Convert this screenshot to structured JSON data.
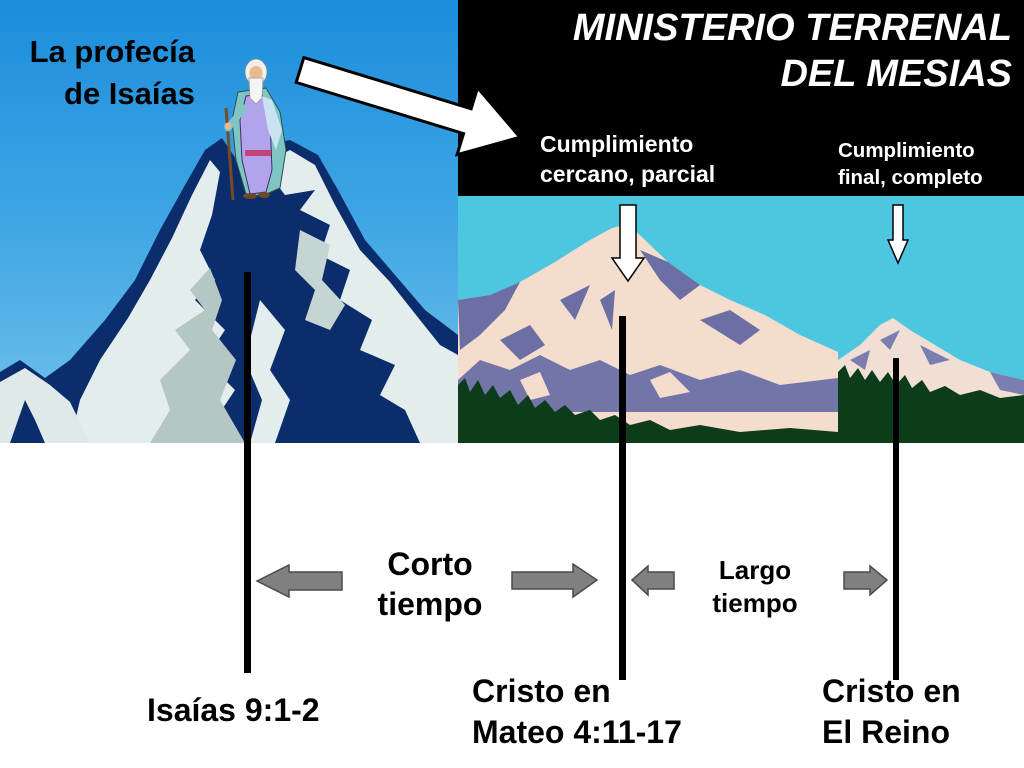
{
  "prophecy": {
    "line1": "La profecía",
    "line2": "de Isaías"
  },
  "title": {
    "line1": "MINISTERIO TERRENAL",
    "line2": "DEL MESIAS"
  },
  "fulfillments": {
    "near": {
      "line1": "Cumplimiento",
      "line2": "cercano, parcial"
    },
    "final": {
      "line1": "Cumplimiento",
      "line2": "final, completo"
    }
  },
  "intervals": {
    "short": {
      "line1": "Corto",
      "line2": "tiempo"
    },
    "long": {
      "line1": "Largo",
      "line2": "tiempo"
    }
  },
  "timeline": {
    "isaiah": {
      "line1": "Isaías 9:1-2"
    },
    "matthew": {
      "line1": "Cristo en",
      "line2": "Mateo 4:11-17"
    },
    "kingdom": {
      "line1": "Cristo en",
      "line2": "El Reino"
    }
  },
  "colors": {
    "banner": "#000000",
    "banner_text": "#ffffff",
    "left_sky_top": "#1b8ddc",
    "left_sky_bottom": "#74c2ea",
    "right_sky": "#4dc6df",
    "timeline_marker": "#000000",
    "interval_arrow": "#808080"
  },
  "icons": {
    "prophecy_arrow": "arrow-right-icon",
    "fulfillment_arrows": "arrow-down-icon",
    "interval_arrows": [
      "arrow-left-icon",
      "arrow-right-icon"
    ]
  }
}
